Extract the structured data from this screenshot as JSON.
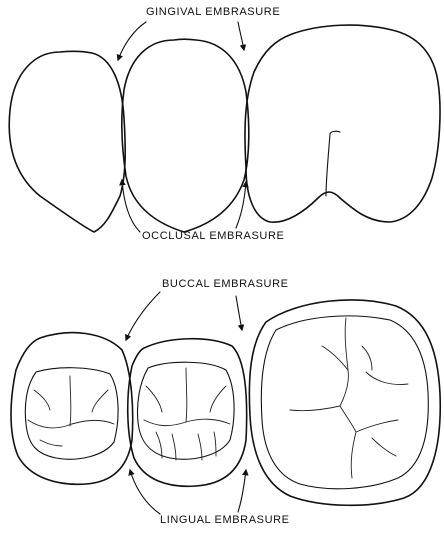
{
  "labels": {
    "gingival_embrasure": "GINGIVAL EMBRASURE",
    "occlusal_embrasure": "OCCLUSAL EMBRASURE",
    "buccal_embrasure": "BUCCAL EMBRASURE",
    "lingual_embrasure": "LINGUAL EMBRASURE"
  },
  "colors": {
    "ink": "#111111",
    "background": "#ffffff"
  }
}
